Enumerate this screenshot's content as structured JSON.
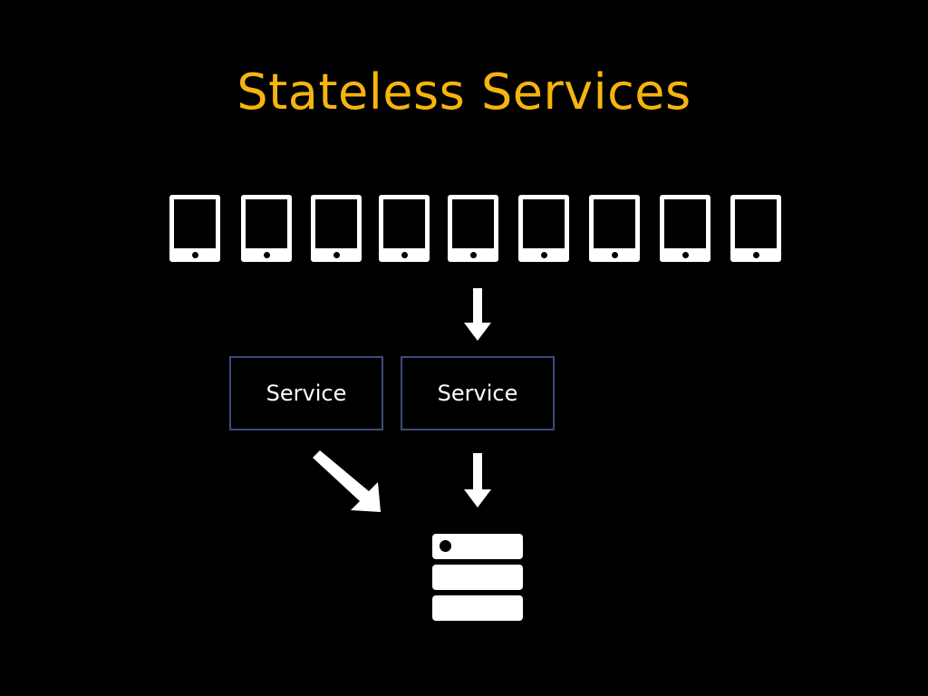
{
  "slide": {
    "title": "Stateless Services",
    "title_color": "#f5b50d",
    "background": "#000000"
  },
  "clients": {
    "icon": "tablet-device-icon",
    "count": 9
  },
  "services": [
    {
      "label": "Service"
    },
    {
      "label": "Service"
    }
  ],
  "service_border_color": "#3d4a7a",
  "database": {
    "icon": "database-server-icon"
  },
  "arrows": [
    {
      "name": "clients-to-service-arrow",
      "direction": "down"
    },
    {
      "name": "service-to-database-arrow-diagonal",
      "direction": "down-right"
    },
    {
      "name": "service-to-database-arrow",
      "direction": "down"
    }
  ]
}
